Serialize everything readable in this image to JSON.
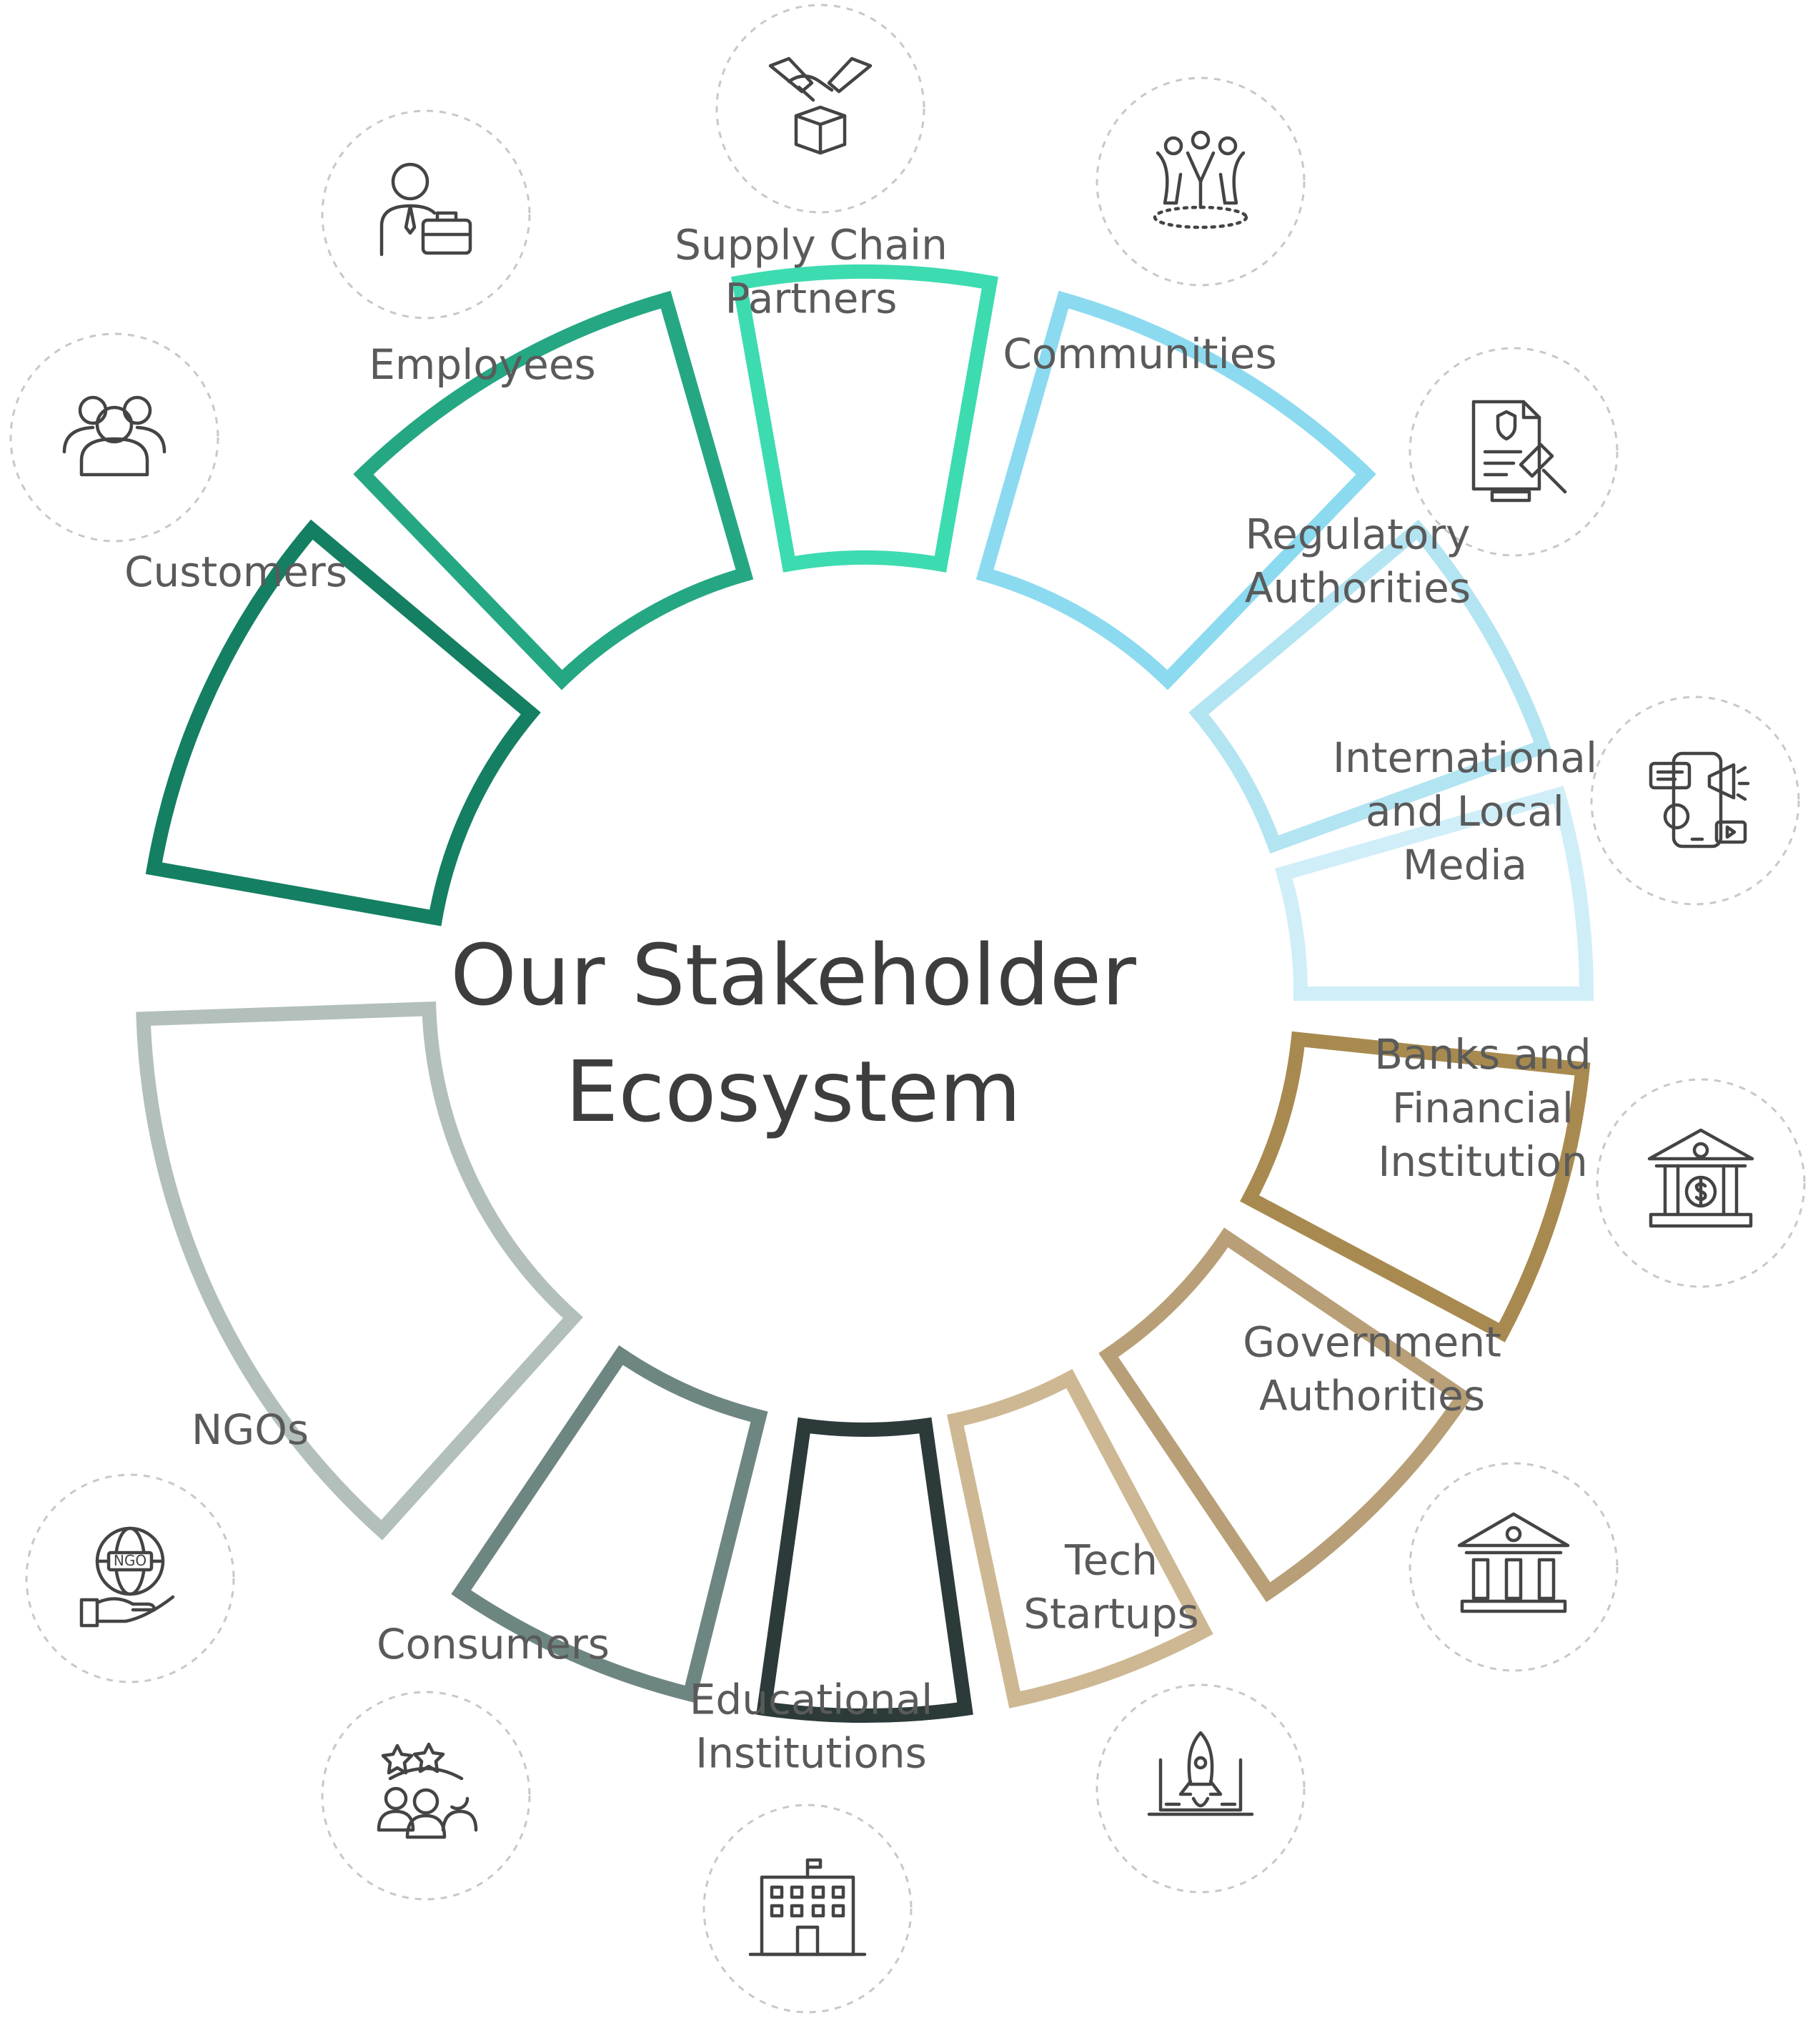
{
  "title": {
    "line1": "Our Stakeholder",
    "line2": "Ecosystem"
  },
  "segments": [
    {
      "lines": [
        "Customers"
      ],
      "color": "#147f62",
      "icon": "customers-group-icon"
    },
    {
      "lines": [
        "Employees"
      ],
      "color": "#25a784",
      "icon": "employee-briefcase-icon"
    },
    {
      "lines": [
        "Supply Chain",
        "Partners"
      ],
      "color": "#3ddbb0",
      "icon": "handshake-box-icon"
    },
    {
      "lines": [
        "Communities"
      ],
      "color": "#8cdaf0",
      "icon": "community-people-icon"
    },
    {
      "lines": [
        "Regulatory",
        "Authorities"
      ],
      "color": "#b3e4f2",
      "icon": "regulation-gavel-icon"
    },
    {
      "lines": [
        "International",
        "and Local",
        "Media"
      ],
      "color": "#cfeef8",
      "icon": "media-phone-icon"
    },
    {
      "lines": [
        "Banks and",
        "Financial",
        "Institution"
      ],
      "color": "#a88a50",
      "icon": "bank-dollar-icon"
    },
    {
      "lines": [
        "Government",
        "Authorities"
      ],
      "color": "#b89f77",
      "icon": "government-building-icon"
    },
    {
      "lines": [
        "Tech",
        "Startups"
      ],
      "color": "#cdb893",
      "icon": "rocket-laptop-icon"
    },
    {
      "lines": [
        "Educational",
        "Institutions"
      ],
      "color": "#2d3a3a",
      "icon": "school-building-icon"
    },
    {
      "lines": [
        "Consumers"
      ],
      "color": "#6e8682",
      "icon": "consumer-ratings-icon"
    },
    {
      "lines": [
        "NGOs"
      ],
      "color": "#b2bfbb",
      "icon": "ngo-globe-hand-icon"
    }
  ]
}
